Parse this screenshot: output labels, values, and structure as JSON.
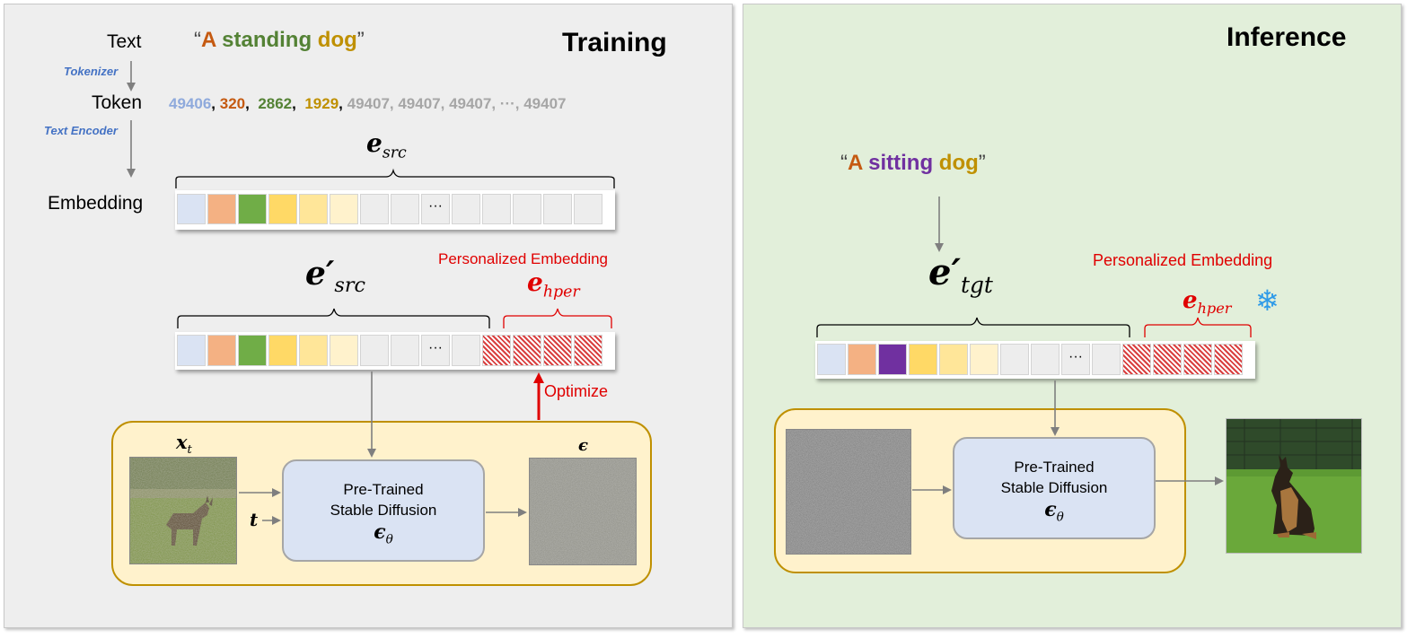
{
  "training": {
    "title": "Training",
    "text_label": "Text",
    "prompt": {
      "open_quote": "“",
      "w1": "A",
      "w2": "standing",
      "w3": "dog",
      "close_quote": "”"
    },
    "tokenizer_label": "Tokenizer",
    "token_label": "Token",
    "tokens": {
      "t1": "49406",
      "t2": "320",
      "t3": "2862",
      "t4": "1929",
      "rest": "49407, 49407, 49407, ···, 49407"
    },
    "text_encoder_label": "Text Encoder",
    "embedding_label": "Embedding",
    "e_src": {
      "base": "e",
      "sub": "src"
    },
    "e_src_prime": {
      "base": "e′",
      "sub": "src"
    },
    "personalized_label": "Personalized Embedding",
    "e_hper": {
      "base": "e",
      "sub": "hper"
    },
    "ellipsis": "···",
    "optimize_label": "Optimize",
    "xt": {
      "base": "x",
      "sub": "t"
    },
    "t_label": "t",
    "epsilon": "ϵ",
    "sd": {
      "line1": "Pre-Trained",
      "line2": "Stable Diffusion",
      "eps": "ϵ",
      "eps_sub": "θ"
    }
  },
  "inference": {
    "title": "Inference",
    "prompt": {
      "open_quote": "“",
      "w1": "A",
      "w2": "sitting",
      "w3": "dog",
      "close_quote": "”"
    },
    "e_tgt_prime": {
      "base": "e′",
      "sub": "tgt"
    },
    "personalized_label": "Personalized Embedding",
    "e_hper": {
      "base": "e",
      "sub": "hper"
    },
    "snowflake": "❄",
    "ellipsis": "···",
    "sd": {
      "line1": "Pre-Trained",
      "line2": "Stable Diffusion",
      "eps": "ϵ",
      "eps_sub": "θ"
    }
  },
  "colors": {
    "orange_word": "#c55a11",
    "green_word": "#548235",
    "gold_word": "#bf9000",
    "purple_word": "#7030a0",
    "token_blue": "#8faadc",
    "red": "#e00000",
    "training_bg": "#eeeeee",
    "inference_bg": "#e2efda"
  },
  "cells": {
    "emb_colors": [
      "#dae3f3",
      "#f4b183",
      "#70ad47",
      "#ffd966",
      "#ffe699",
      "#fff2cc",
      "#ededed",
      "#ededed",
      "ellipsis",
      "#ededed",
      "#ededed",
      "#ededed",
      "#ededed",
      "#ededed"
    ],
    "src_prime_colors": [
      "#dae3f3",
      "#f4b183",
      "#70ad47",
      "#ffd966",
      "#ffe699",
      "#fff2cc",
      "#ededed",
      "#ededed",
      "ellipsis",
      "#ededed",
      "hatch",
      "hatch",
      "hatch",
      "hatch"
    ],
    "tgt_colors": [
      "#dae3f3",
      "#f4b183",
      "#7030a0",
      "#ffd966",
      "#ffe699",
      "#fff2cc",
      "#ededed",
      "#ededed",
      "ellipsis",
      "#ededed",
      "hatch",
      "hatch",
      "hatch",
      "hatch"
    ]
  }
}
